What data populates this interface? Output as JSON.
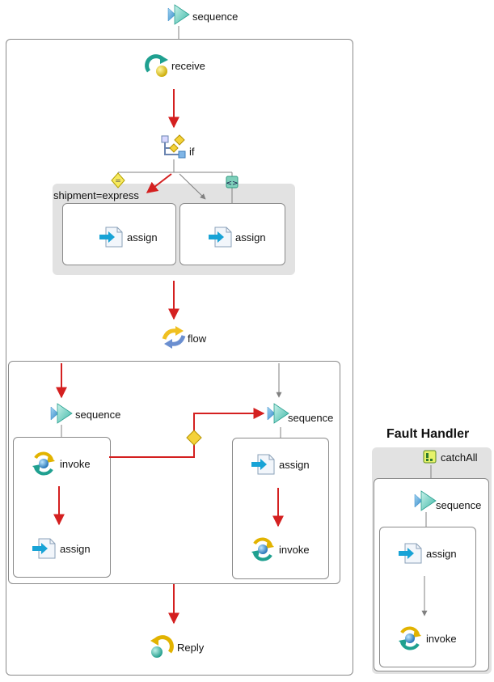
{
  "diagram": {
    "top_sequence": "sequence",
    "receive": "receive",
    "if": "if",
    "condition": "shipment=express",
    "assign_left": "assign",
    "assign_right": "assign",
    "flow": "flow",
    "flow_seq_left": "sequence",
    "invoke_left": "invoke",
    "assign_flow_left": "assign",
    "flow_seq_right": "sequence",
    "assign_flow_right": "assign",
    "invoke_right": "invoke",
    "reply": "Reply"
  },
  "fault_handler": {
    "title": "Fault Handler",
    "catch": "catchAll",
    "sequence": "sequence",
    "assign": "assign",
    "invoke": "invoke"
  },
  "colors": {
    "active_link": "#d42020",
    "inactive_link": "#808080",
    "sequence_icon": "#7fd4c8",
    "scope_grey": "#e2e2e2"
  },
  "icons": {
    "sequence": "sequence-triangle-icon",
    "receive": "receive-icon",
    "if": "if-icon",
    "assign": "assign-icon",
    "flow": "flow-icon",
    "invoke": "invoke-icon",
    "reply": "reply-icon",
    "catch": "catch-icon",
    "condition": "condition-diamond-icon",
    "else": "else-icon"
  }
}
